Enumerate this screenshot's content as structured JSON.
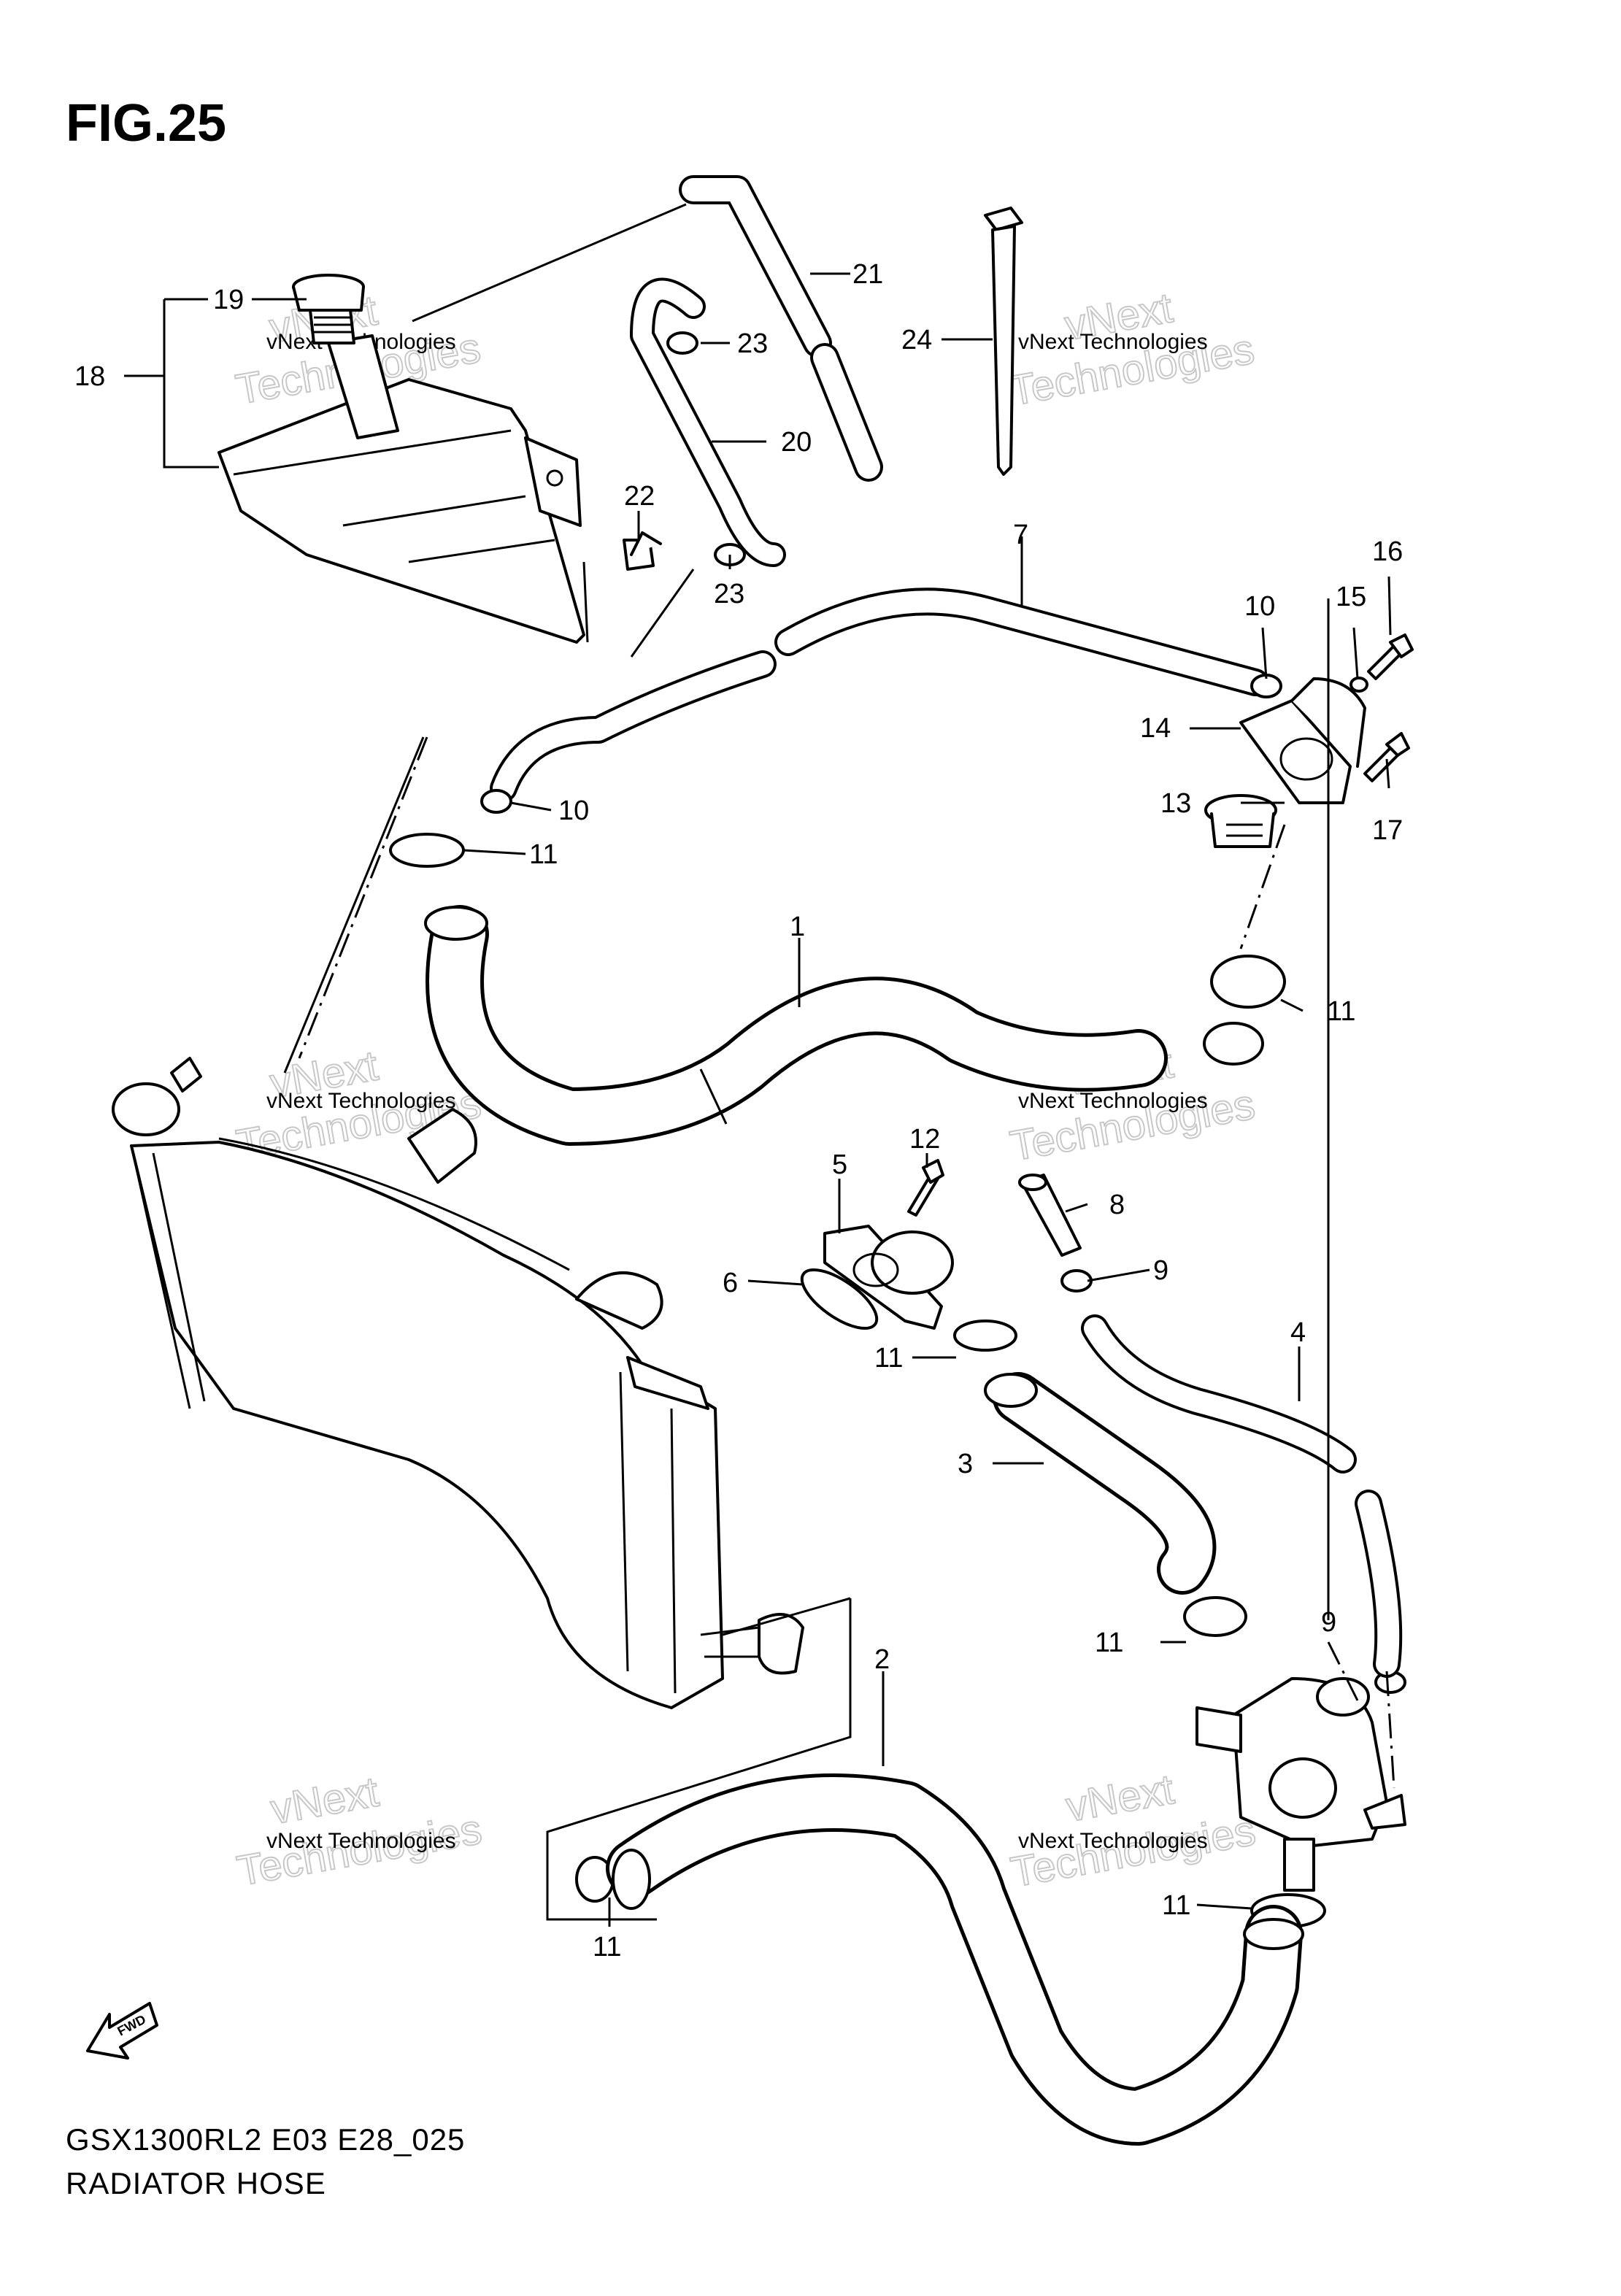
{
  "figure": {
    "title": "FIG.25",
    "model_code": "GSX1300RL2 E03 E28_025",
    "caption": "RADIATOR HOSE",
    "fwd_label": "FWD"
  },
  "watermark": {
    "line": "vNext Technologies",
    "big_1": "vNext",
    "big_2": "Technologies"
  },
  "callouts": {
    "c1": "1",
    "c2": "2",
    "c3": "3",
    "c4": "4",
    "c5": "5",
    "c6": "6",
    "c7": "7",
    "c8": "8",
    "c9a": "9",
    "c9b": "9",
    "c10a": "10",
    "c10b": "10",
    "c11a": "11",
    "c11b": "11",
    "c11c": "11",
    "c11d": "11",
    "c11e": "11",
    "c11f": "11",
    "c12": "12",
    "c13": "13",
    "c14": "14",
    "c15": "15",
    "c16": "16",
    "c17": "17",
    "c18": "18",
    "c19": "19",
    "c20": "20",
    "c21": "21",
    "c22": "22",
    "c23a": "23",
    "c23b": "23",
    "c24": "24"
  }
}
